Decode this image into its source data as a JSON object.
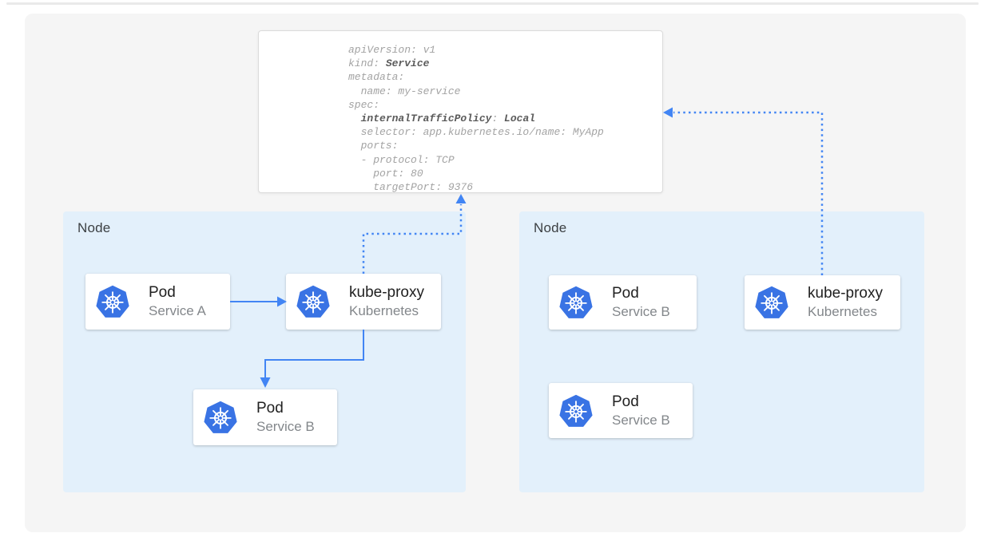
{
  "colors": {
    "arrow_blue": "#4285f4",
    "kubernetes_blue": "#3973e4",
    "node_background": "#e3f0fb",
    "panel_background": "#f5f5f5"
  },
  "yaml_card": {
    "l1": "apiVersion: v1",
    "l2a": "kind: ",
    "l2b": "Service",
    "l3": "metadata:",
    "l4": "  name: my-service",
    "l5": "spec:",
    "l6a": "  ",
    "l6b": "internalTrafficPolicy",
    "l6c": ": ",
    "l6d": "Local",
    "l7": "  selector: app.kubernetes.io/name: MyApp",
    "l8": "  ports:",
    "l9": "  - protocol: TCP",
    "l10": "    port: 80",
    "l11": "    targetPort: 9376"
  },
  "nodes": [
    {
      "label": "Node",
      "cards": [
        {
          "title": "Pod",
          "subtitle": "Service A"
        },
        {
          "title": "kube-proxy",
          "subtitle": "Kubernetes"
        },
        {
          "title": "Pod",
          "subtitle": "Service B"
        }
      ]
    },
    {
      "label": "Node",
      "cards": [
        {
          "title": "Pod",
          "subtitle": "Service B"
        },
        {
          "title": "kube-proxy",
          "subtitle": "Kubernetes"
        },
        {
          "title": "Pod",
          "subtitle": "Service B"
        }
      ]
    }
  ]
}
